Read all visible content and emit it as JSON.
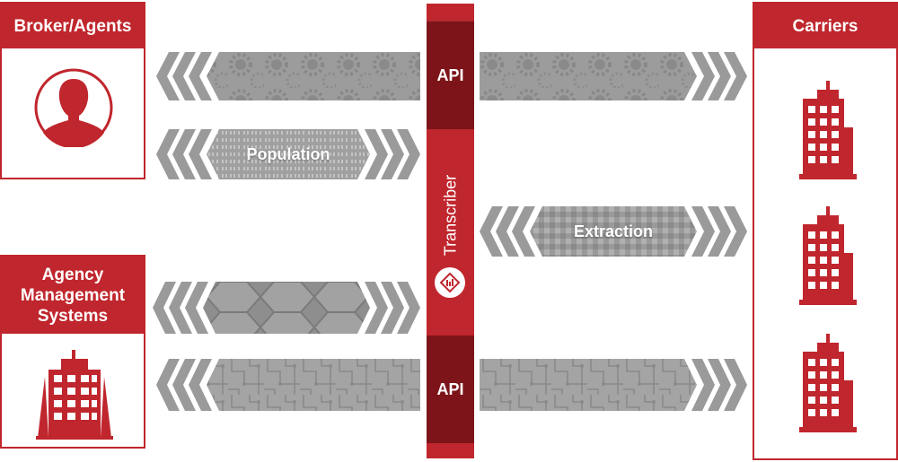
{
  "left_top": {
    "title": "Broker/Agents",
    "icon": "person-icon"
  },
  "left_bottom": {
    "title_line1": "Agency",
    "title_line2": "Management",
    "title_line3": "Systems",
    "icon": "building-icon"
  },
  "right": {
    "title": "Carriers",
    "icons": [
      "building-icon",
      "building-icon",
      "building-icon"
    ]
  },
  "center_bar": {
    "api_top": "API",
    "api_bottom": "API",
    "vertical_label": "Transcriber",
    "logo": "transcriber-logo-icon"
  },
  "arrows": {
    "population": "Population",
    "extraction": "Extraction"
  },
  "colors": {
    "brand_red": "#c0262d",
    "dark_red": "#7d1419",
    "arrow_gray": "#9a9a9a"
  }
}
